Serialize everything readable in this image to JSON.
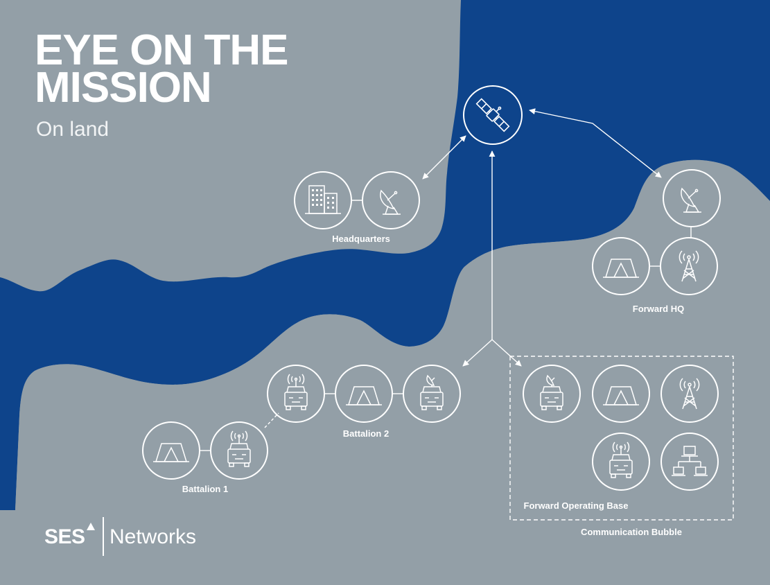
{
  "header": {
    "title_line1": "EYE ON THE",
    "title_line2": "MISSION",
    "subtitle": "On land"
  },
  "colors": {
    "land": "#939fa7",
    "water": "#0e448b",
    "line": "#ffffff"
  },
  "icons": {
    "satellite": "satellite-icon",
    "building": "office-building-icon",
    "dish": "satellite-dish-icon",
    "tent": "tent-icon",
    "tower": "radio-tower-icon",
    "vehicle_radio": "vehicle-with-antenna-icon",
    "vehicle_dish": "vehicle-with-dish-icon",
    "network": "computer-network-icon"
  },
  "labels": {
    "headquarters": "Headquarters",
    "forward_hq": "Forward HQ",
    "battalion1": "Battalion 1",
    "battalion2": "Battalion 2",
    "fob": "Forward Operating Base",
    "bubble": "Communication Bubble"
  },
  "logo": {
    "brand": "SES",
    "product": "Networks"
  }
}
